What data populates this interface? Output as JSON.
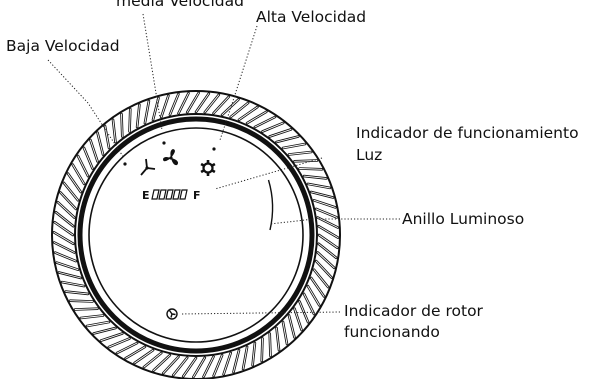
{
  "labels": {
    "media": "media Velocidad",
    "alta": "Alta Velocidad",
    "baja": "Baja Velocidad",
    "indicador_1": "Indicador de funcionamiento",
    "indicador_2": "Luz",
    "anillo": "Anillo Luminoso",
    "rotor_1": "Indicador de rotor",
    "rotor_2": "funcionando"
  },
  "panel": {
    "empty_mark": "E",
    "full_mark": "F"
  },
  "colors": {
    "ink": "#111111",
    "background": "#ffffff"
  }
}
